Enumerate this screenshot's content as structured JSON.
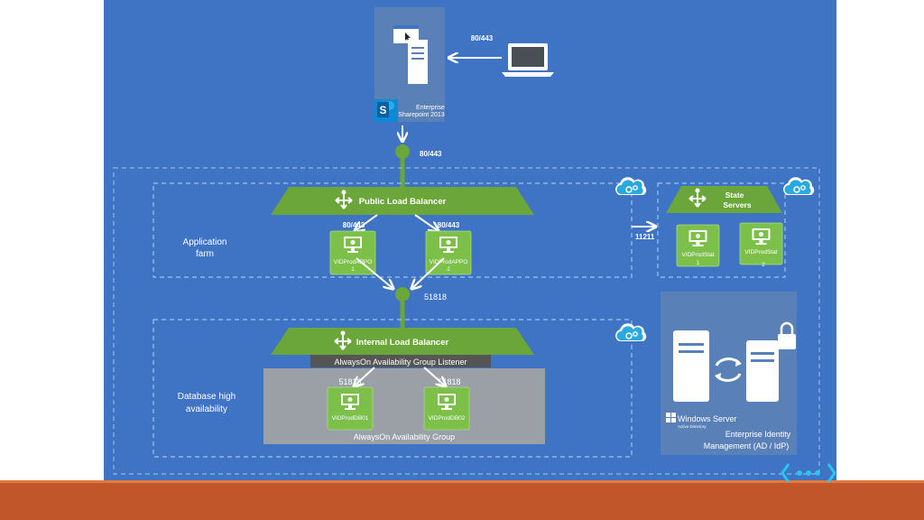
{
  "sharepoint": {
    "line1": "Enterprise",
    "line2": "Sharepoint 2013"
  },
  "ports": {
    "client_to_sp": "80/443",
    "sp_to_farm": "80/443",
    "lb_to_app1": "80/443",
    "lb_to_app2": "80/443",
    "farm_to_db": "51818",
    "listener_to_db1": "51818",
    "listener_to_db2": "51818",
    "to_state": "11211"
  },
  "public_lb": {
    "label": "Public Load Balancer"
  },
  "internal_lb": {
    "label": "Internal Load Balancer"
  },
  "app_farm": {
    "line1": "Application",
    "line2": "farm"
  },
  "db_ha": {
    "line1": "Database high",
    "line2": "availability"
  },
  "listener": {
    "label": "AlwaysOn Availability Group Listener"
  },
  "ag": {
    "label": "AlwaysOn Availability Group"
  },
  "state": {
    "line1": "State",
    "line2": "Servers"
  },
  "vms": {
    "app1": {
      "name": "VIDProdAPPO",
      "num": "1"
    },
    "app2": {
      "name": "VIDProdAPPO",
      "num": "2"
    },
    "state1": {
      "name": "VIDProdStat",
      "num": "1"
    },
    "state2": {
      "name": "VIDProdStat",
      "num": "2"
    },
    "db1": {
      "name": "VIDProdDB01"
    },
    "db2": {
      "name": "VIDProdDB02"
    }
  },
  "identity": {
    "brand": "Windows Server",
    "brand_sub": "Active Directory",
    "line1": "Enterprise Identity",
    "line2": "Management (AD / IdP)"
  },
  "colors": {
    "canvas": "#3f73c4",
    "green": "#6aa639",
    "vm_green": "#7cc04a",
    "panel": "#5a80b8",
    "gray_group": "#9aa0a6",
    "listener_bar": "#555555",
    "bottom_bar": "#c0562a"
  }
}
